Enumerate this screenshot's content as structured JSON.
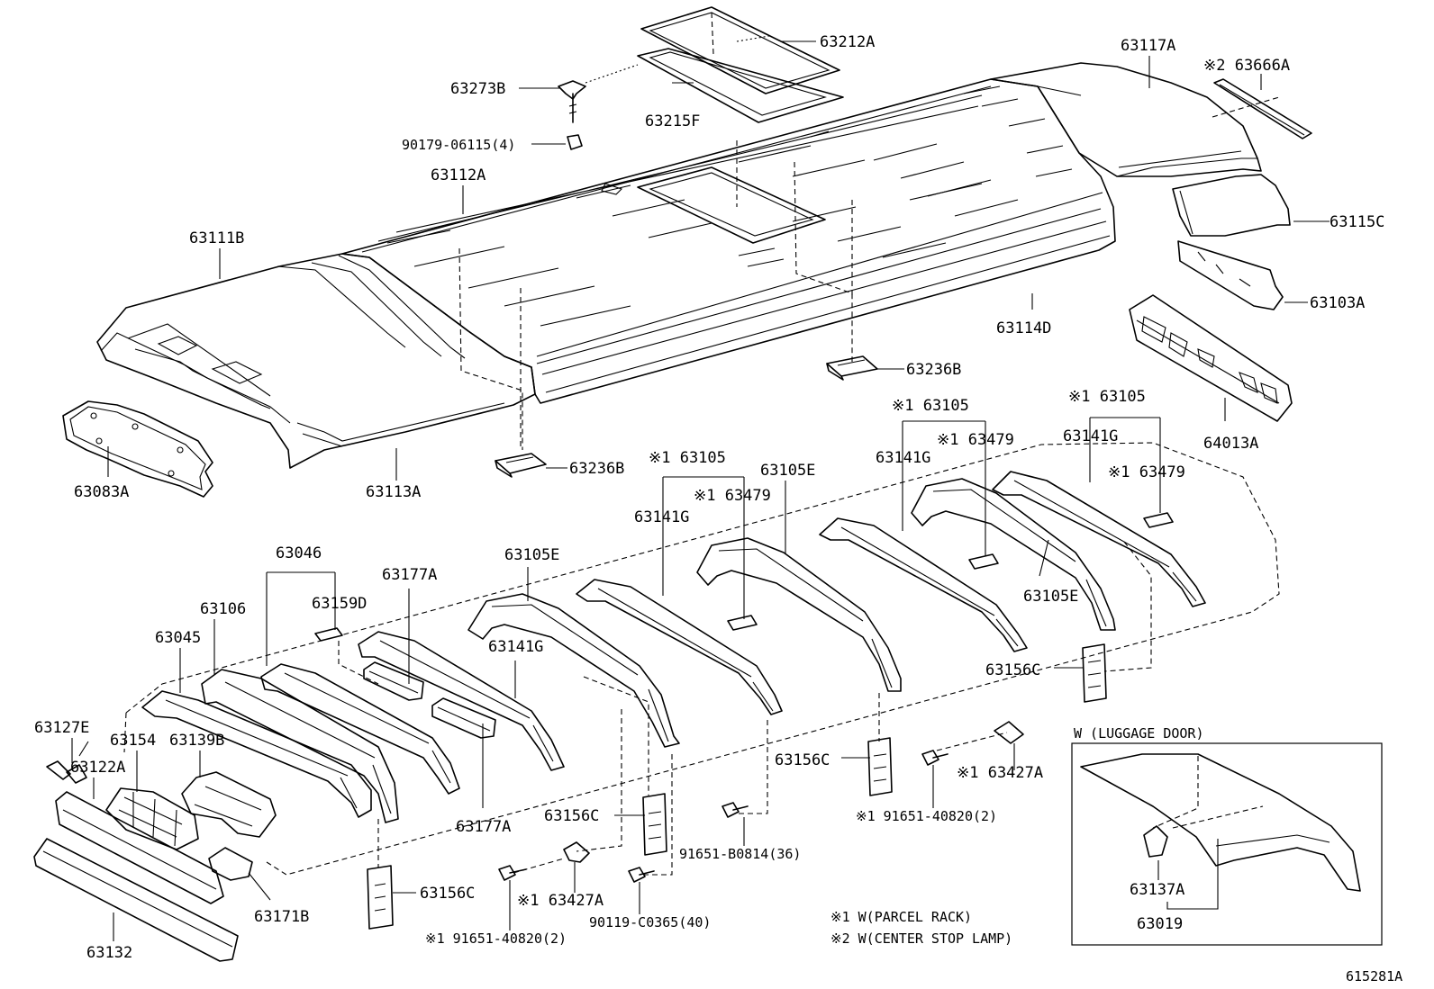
{
  "callouts": {
    "c63212A": "63212A",
    "c63273B": "63273B",
    "c63215F": "63215F",
    "c90179": "90179-06115(4)",
    "c63112A": "63112A",
    "c63117A": "63117A",
    "c63666A": "※2 63666A",
    "c63115C": "63115C",
    "c63111B": "63111B",
    "c63103A": "63103A",
    "c63114D": "63114D",
    "c63236B_r": "63236B",
    "c64013A": "64013A",
    "c63083A": "63083A",
    "c63113A": "63113A",
    "c63236B_l": "63236B",
    "c63105_a": "※1 63105",
    "c63105_b": "※1 63105",
    "c63105_c": "※1 63105",
    "c63479_a": "※1 63479",
    "c63479_b": "※1 63479",
    "c63479_c": "※1 63479",
    "c63141G_a": "63141G",
    "c63141G_b": "63141G",
    "c63141G_c": "63141G",
    "c63141G_d": "63141G",
    "c63105E_a": "63105E",
    "c63105E_b": "63105E",
    "c63105E_c": "63105E",
    "c63046": "63046",
    "c63177A_a": "63177A",
    "c63177A_b": "63177A",
    "c63159D": "63159D",
    "c63106": "63106",
    "c63045": "63045",
    "c63127E": "63127E",
    "c63154": "63154",
    "c63139B": "63139B",
    "c63122A": "63122A",
    "c63156C_a": "63156C",
    "c63156C_b": "63156C",
    "c63156C_c": "63156C",
    "c63156C_d": "63156C",
    "c63427A_a": "※1 63427A",
    "c63427A_b": "※1 63427A",
    "c91651_a": "91651-B0814(36)",
    "c91651_b": "※1 91651-40820(2)",
    "c91651_c": "※1 91651-40820(2)",
    "c90119": "90119-C0365(40)",
    "c63171B": "63171B",
    "c63132": "63132",
    "c63137A": "63137A",
    "c63019": "63019"
  },
  "inset": {
    "title": "W (LUGGAGE DOOR)"
  },
  "notes": {
    "note1": "※1 W(PARCEL RACK)",
    "note2": "※2 W(CENTER STOP LAMP)"
  },
  "figure_id": "615281A"
}
